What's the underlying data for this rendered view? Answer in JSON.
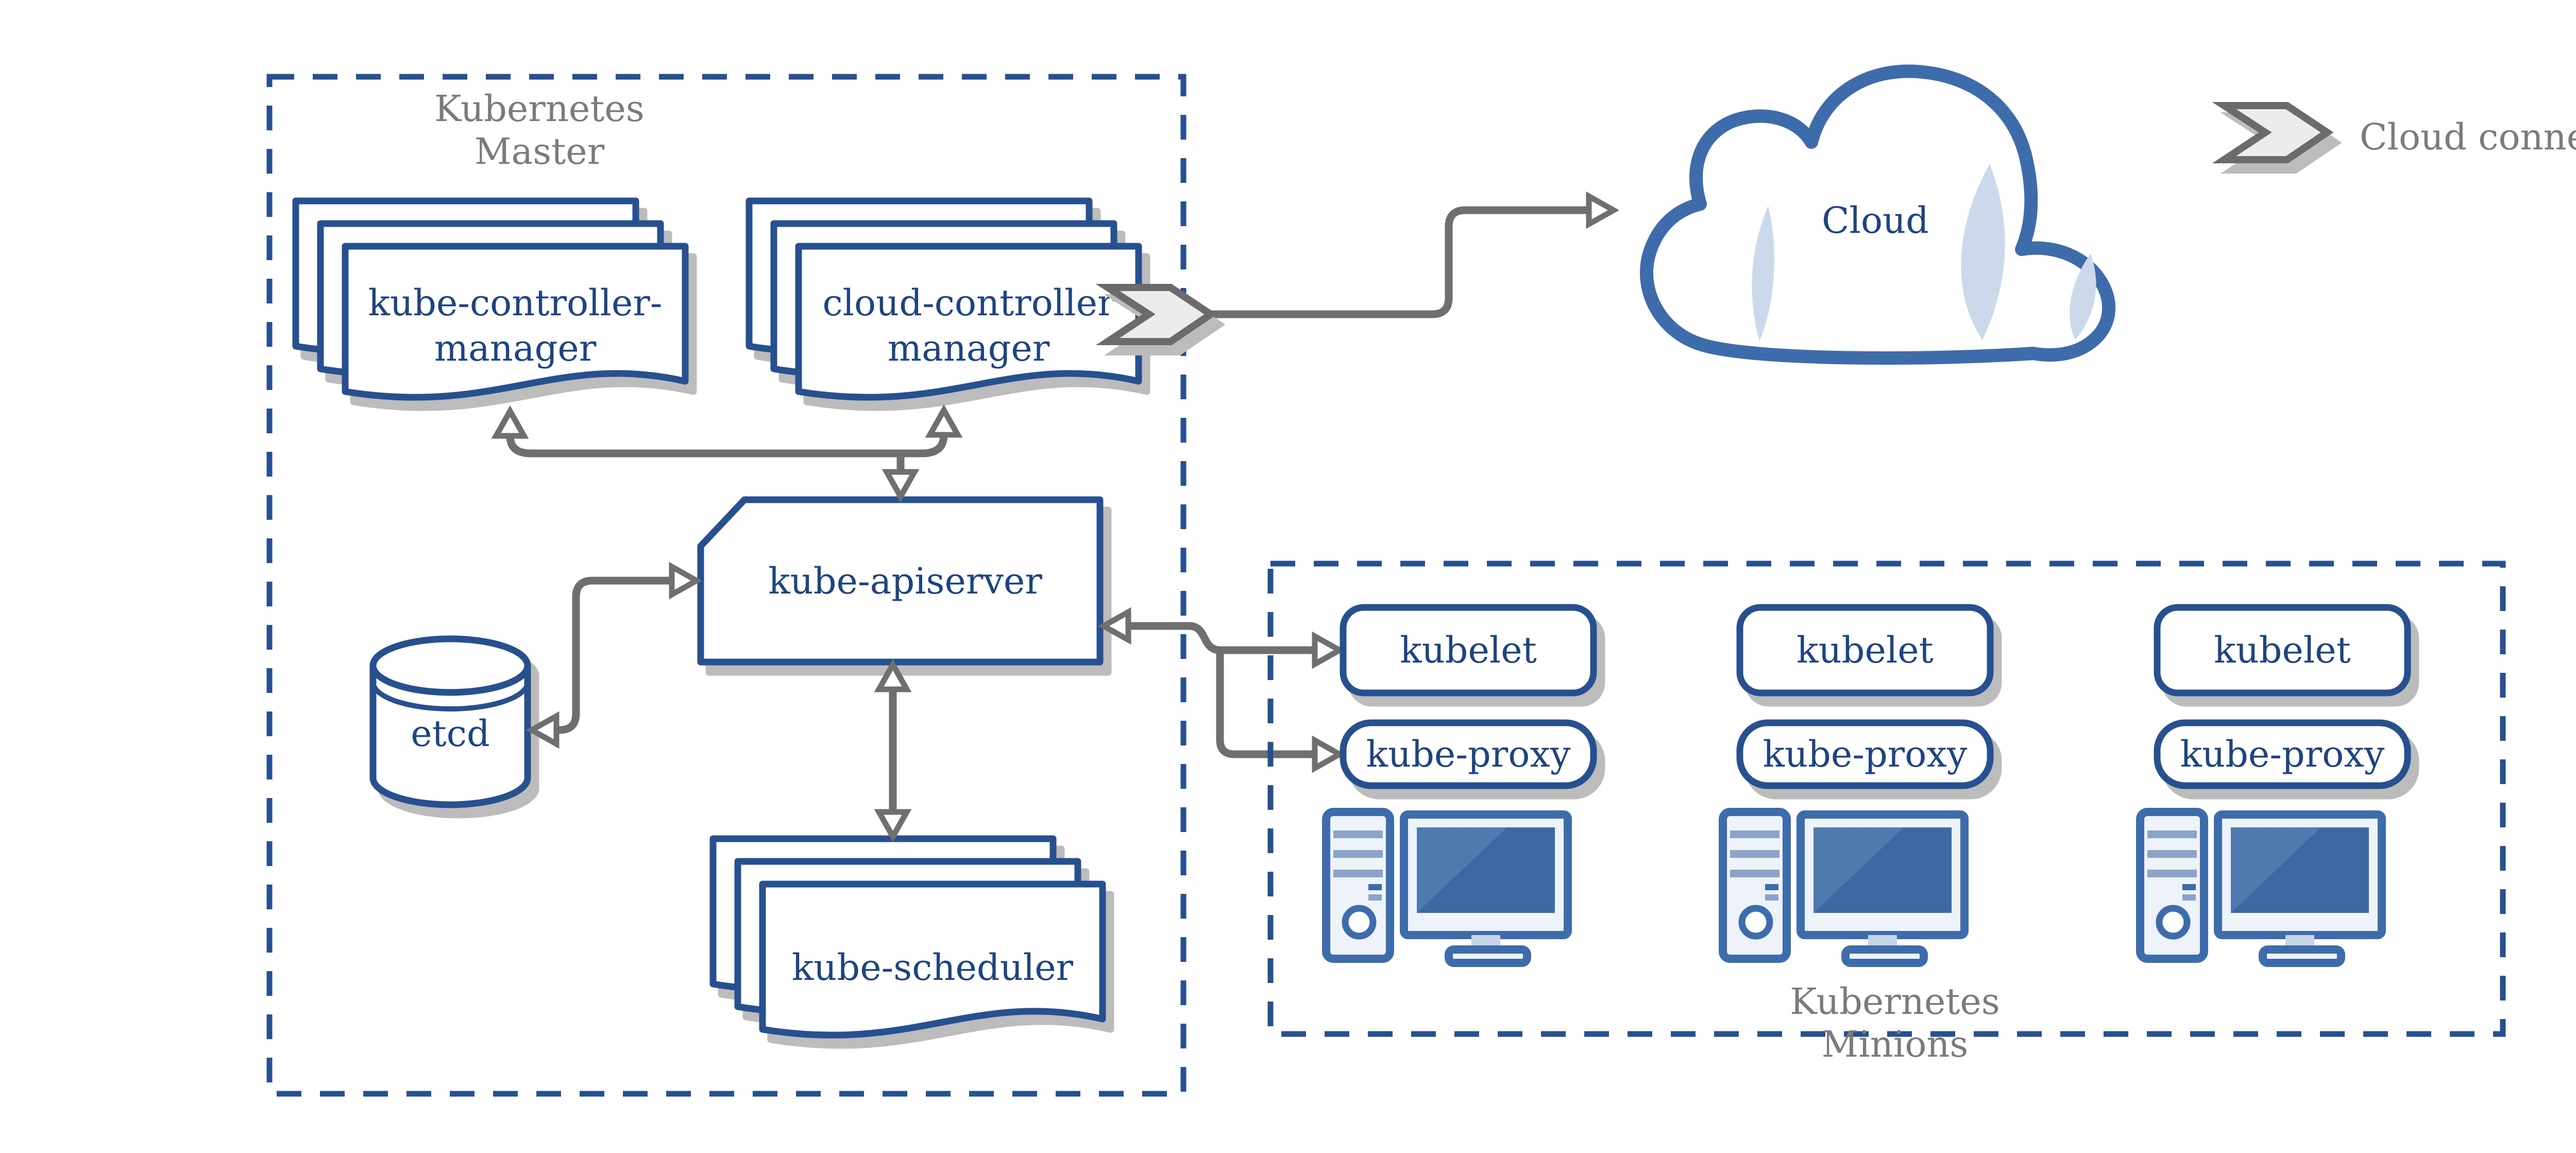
{
  "colors": {
    "background": "#ffffff",
    "node_border": "#27508f",
    "node_text": "#1e4480",
    "region_text": "#7b7b7b",
    "connector": "#6f6f6f",
    "shadow": "#bcbcbc",
    "cloud_border": "#3e6cab",
    "crescent": "#ccd9ea",
    "chevron_fill": "#ececec",
    "chevron_stroke": "#6b6b6b",
    "pc_fill": "#eef2f9",
    "pc_stripe": "#8aa3c9",
    "screen": "#3d69a3",
    "screen_highlight": "#4f7ab0"
  },
  "legend": {
    "cloud_connector_label": "Cloud connector"
  },
  "cloud": {
    "label": "Cloud"
  },
  "master": {
    "title_lines": [
      "Kubernetes",
      "Master"
    ],
    "kube_controller_manager_lines": [
      "kube-controller-",
      "manager"
    ],
    "cloud_controller_manager_lines": [
      "cloud-controller",
      "manager"
    ],
    "kube_apiserver_label": "kube-apiserver",
    "etcd_label": "etcd",
    "kube_scheduler_label": "kube-scheduler"
  },
  "minions": {
    "title_lines": [
      "Kubernetes",
      "Minions"
    ],
    "columns": [
      {
        "kubelet_label": "kubelet",
        "kube_proxy_label": "kube-proxy"
      },
      {
        "kubelet_label": "kubelet",
        "kube_proxy_label": "kube-proxy"
      },
      {
        "kubelet_label": "kubelet",
        "kube_proxy_label": "kube-proxy"
      }
    ]
  }
}
